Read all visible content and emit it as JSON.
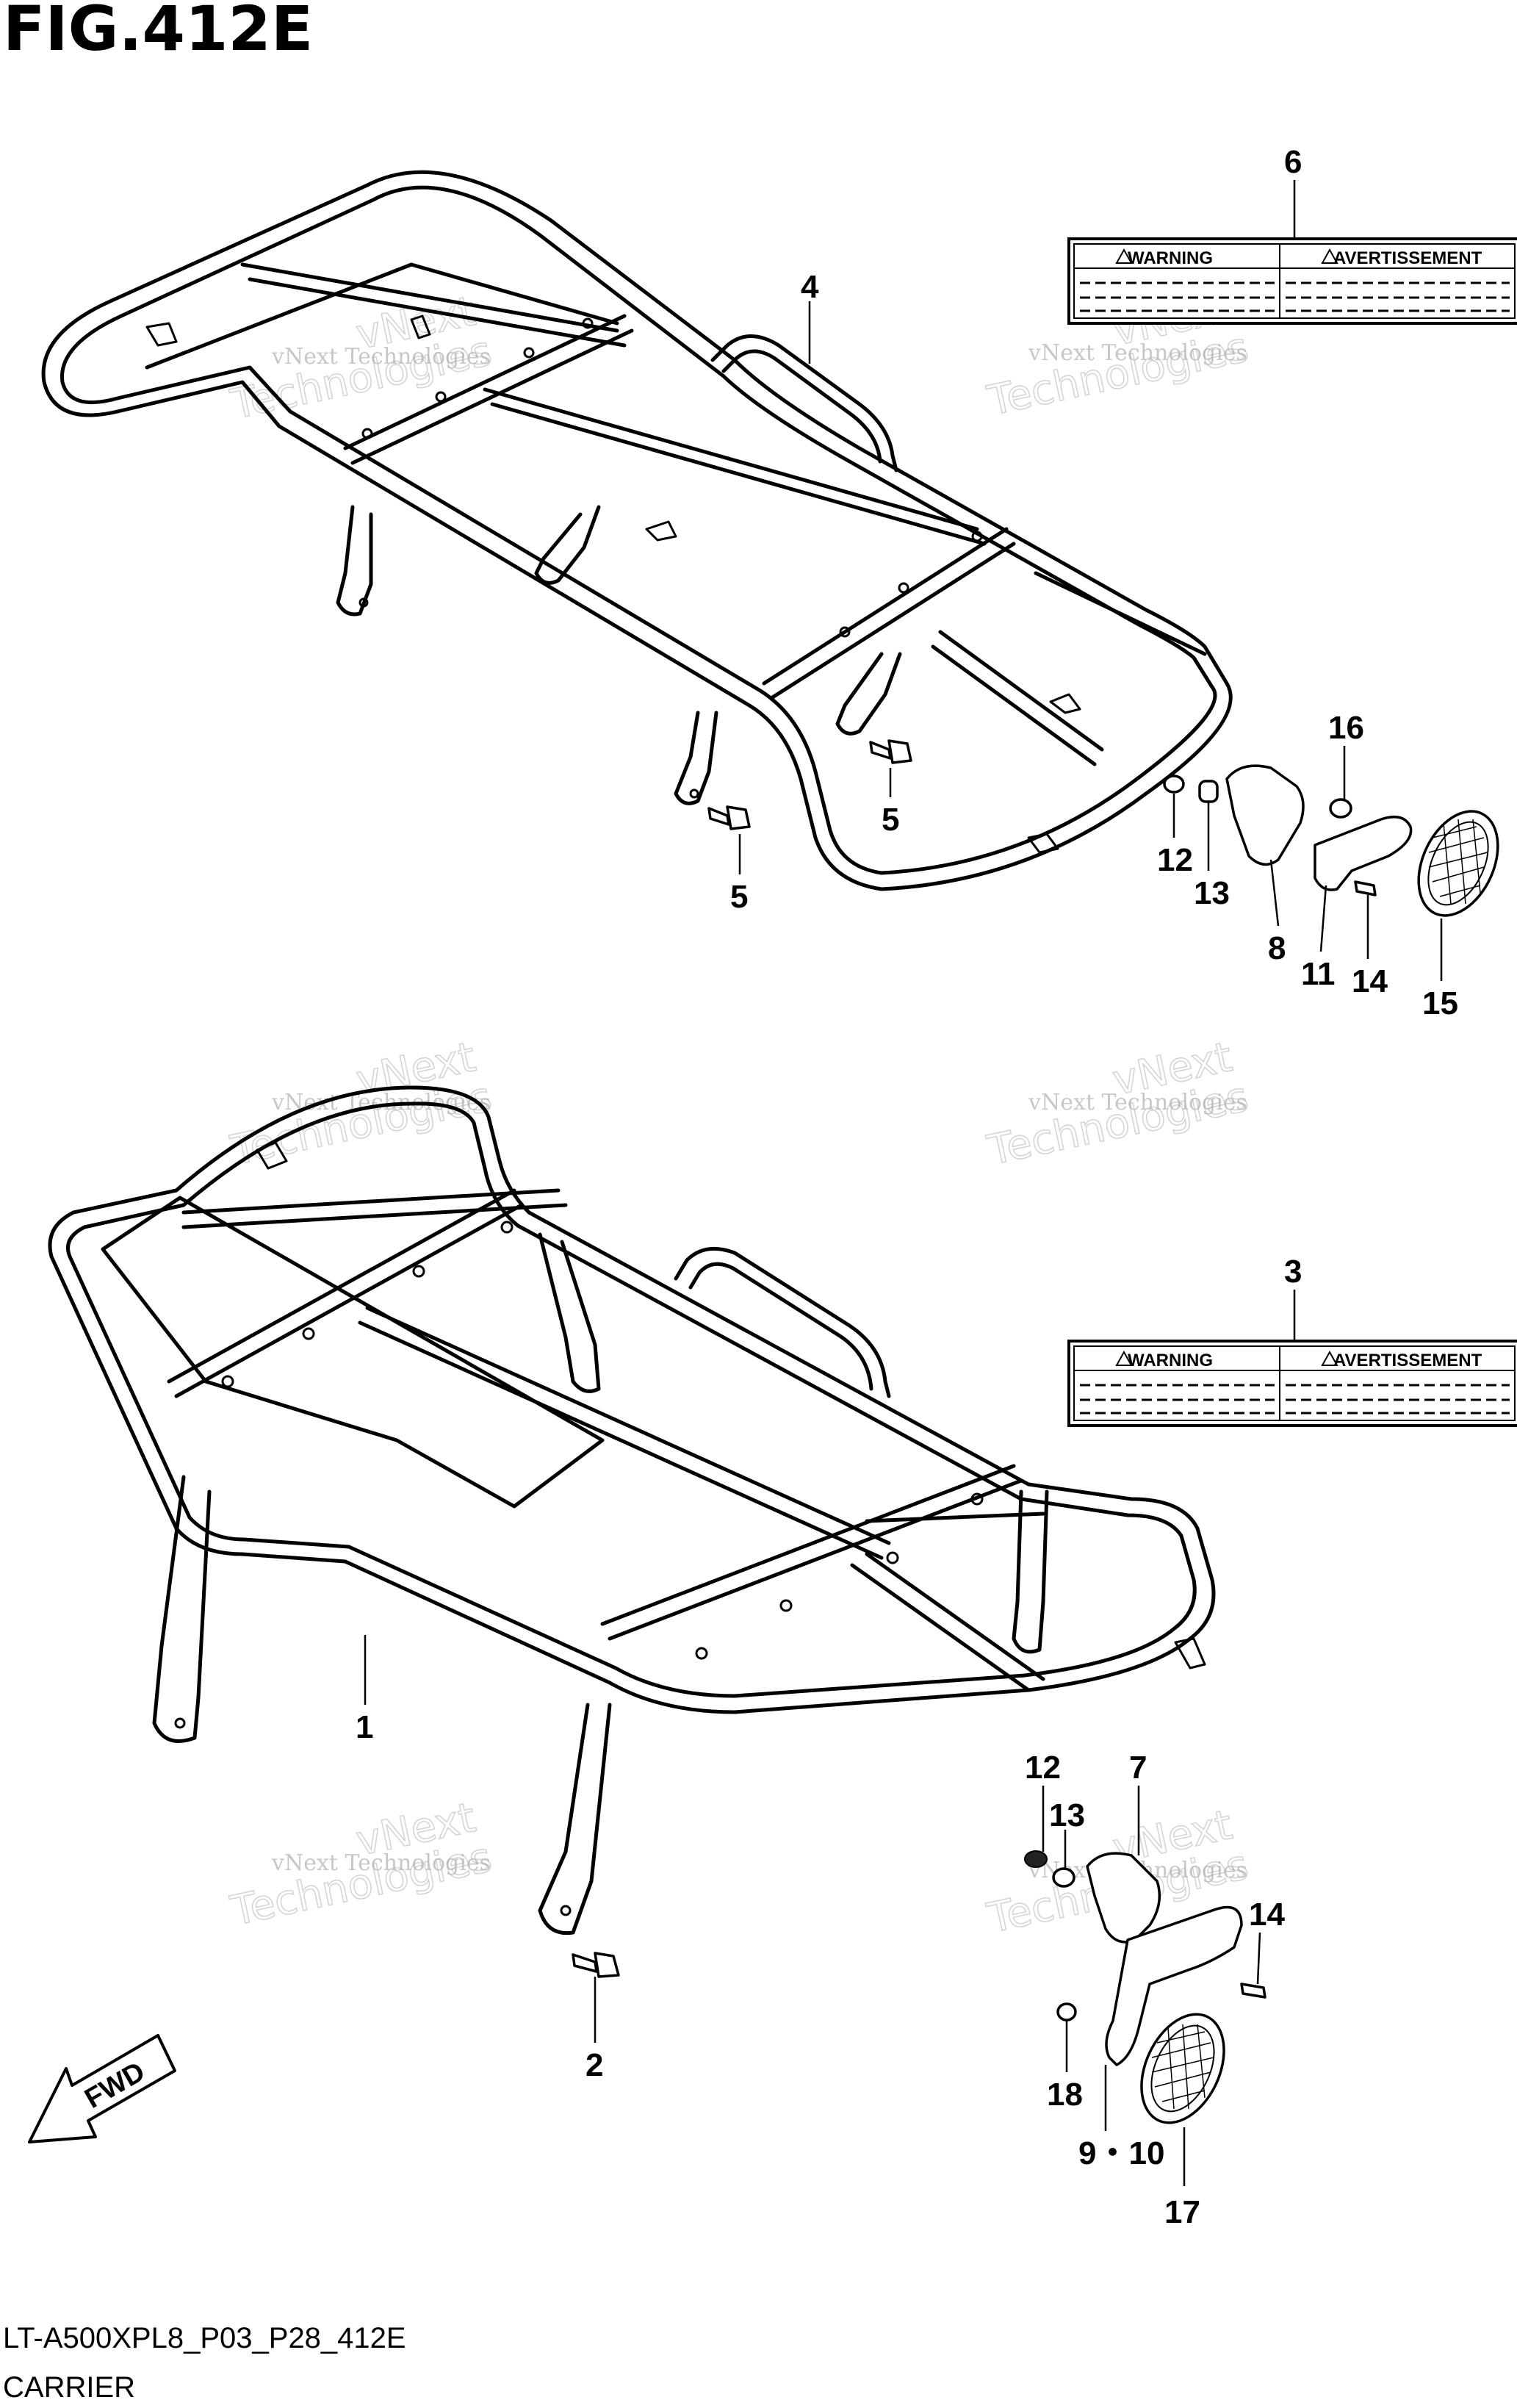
{
  "figure": {
    "title": "FIG.412E",
    "code": "LT-A500XPL8_P03_P28_412E",
    "caption": "CARRIER"
  },
  "labels": {
    "warning": "WARNING",
    "avertissement": "AVERTISSEMENT"
  },
  "watermark": {
    "line1": "vNext Technologies",
    "line2": "vNext",
    "line3": "Technologies"
  },
  "fwd": "FWD",
  "callouts": {
    "c1": "1",
    "c2": "2",
    "c3": "3",
    "c4": "4",
    "c5a": "5",
    "c5b": "5",
    "c6": "6",
    "c7": "7",
    "c8": "8",
    "c9_10": "9・10",
    "c11": "11",
    "c12a": "12",
    "c12b": "12",
    "c13a": "13",
    "c13b": "13",
    "c14a": "14",
    "c14b": "14",
    "c15": "15",
    "c16": "16",
    "c17": "17",
    "c18": "18"
  },
  "colors": {
    "ink": "#000000",
    "watermark": "#9a9a9a",
    "background": "#ffffff"
  }
}
